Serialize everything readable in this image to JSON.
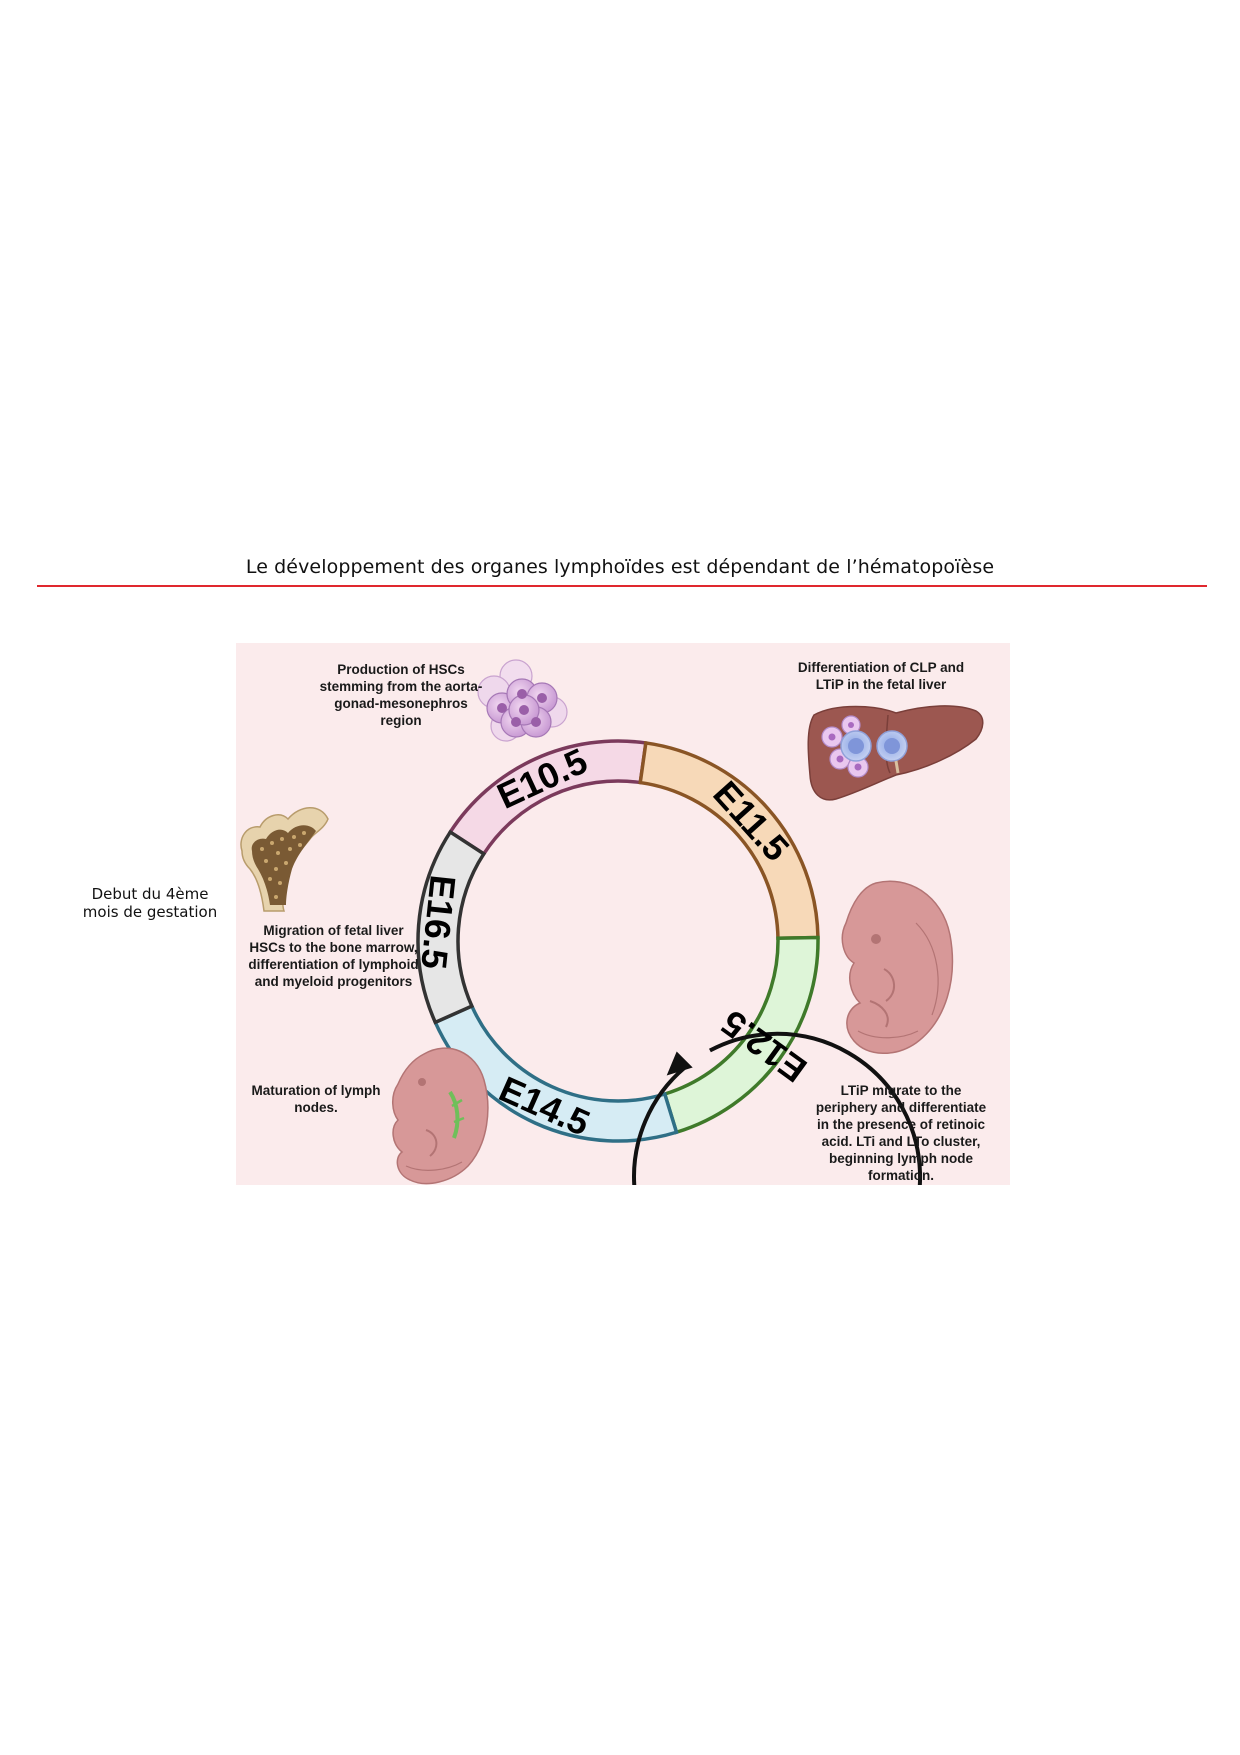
{
  "title": "Le développement des organes lymphoïdes est dépendant de l’hématopoïèse",
  "side_note": [
    "Debut du 4ème",
    "mois de gestation"
  ],
  "colors": {
    "title_rule": "#e0282e",
    "panel_bg": "#fbebec",
    "e10": {
      "fill": "#f5d9e6",
      "stroke": "#7b3a5c"
    },
    "e11": {
      "fill": "#f7d9b8",
      "stroke": "#8a5525"
    },
    "e12": {
      "fill": "#def5d8",
      "stroke": "#3f7a2a"
    },
    "e14": {
      "fill": "#d6ecf4",
      "stroke": "#2f6f86"
    },
    "e16": {
      "fill": "#e6e6e6",
      "stroke": "#333333"
    }
  },
  "segments": [
    {
      "id": "e10",
      "label": "E10.5"
    },
    {
      "id": "e11",
      "label": "E11.5"
    },
    {
      "id": "e12",
      "label": "E12.5"
    },
    {
      "id": "e14",
      "label": "E14.5"
    },
    {
      "id": "e16",
      "label": "E16.5"
    }
  ],
  "captions": {
    "hsc": [
      "Production of HSCs",
      "stemming from the aorta-",
      "gonad-mesonephros",
      "region"
    ],
    "liver": [
      "Differentiation of CLP and",
      "LTiP in the fetal liver"
    ],
    "ltip": [
      "LTiP migrate to the",
      "periphery and differentiate",
      "in the presence of retinoic",
      "acid. LTi and LTo cluster,",
      "beginning lymph node",
      "formation."
    ],
    "migration": [
      "Migration of fetal liver",
      "HSCs to the bone marrow,",
      "differentiation of lymphoid",
      "and myeloid progenitors"
    ],
    "maturation": [
      "Maturation of lymph",
      "nodes."
    ]
  },
  "icons": [
    "cell-cluster-icon",
    "liver-icon",
    "embryo-icon",
    "bone-icon",
    "embryo-lymph-icon"
  ]
}
